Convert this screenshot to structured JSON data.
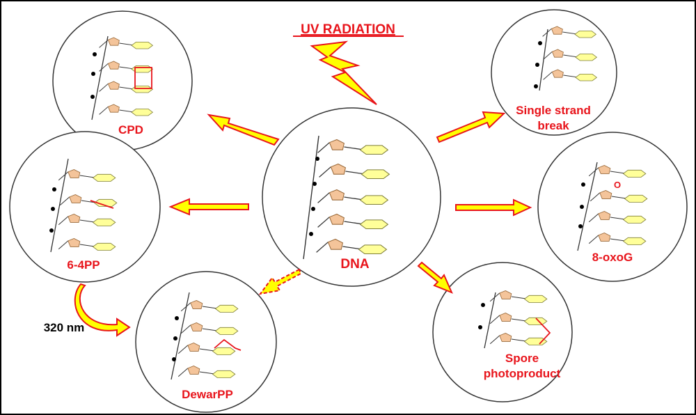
{
  "title": "UV RADIATION",
  "wavelength_label": "320 nm",
  "colors": {
    "label": "#e8141b",
    "arrow_fill": "#ffff00",
    "arrow_stroke": "#e8141b",
    "sugar": "#f4c49a",
    "sugar_stroke": "#9a6a3a",
    "base": "#ffff99",
    "base_stroke": "#7f7f3a",
    "lesion": "#e8141b"
  },
  "center": {
    "label": "DNA"
  },
  "lesions": {
    "cpd": "CPD",
    "six_four_pp": "6-4PP",
    "dewar_pp": "DewarPP",
    "single_strand_break": [
      "Single strand",
      "break"
    ],
    "oxog": "8-oxoG",
    "oxog_atom": "O",
    "spore_photoproduct": [
      "Spore",
      "photoproduct"
    ]
  }
}
